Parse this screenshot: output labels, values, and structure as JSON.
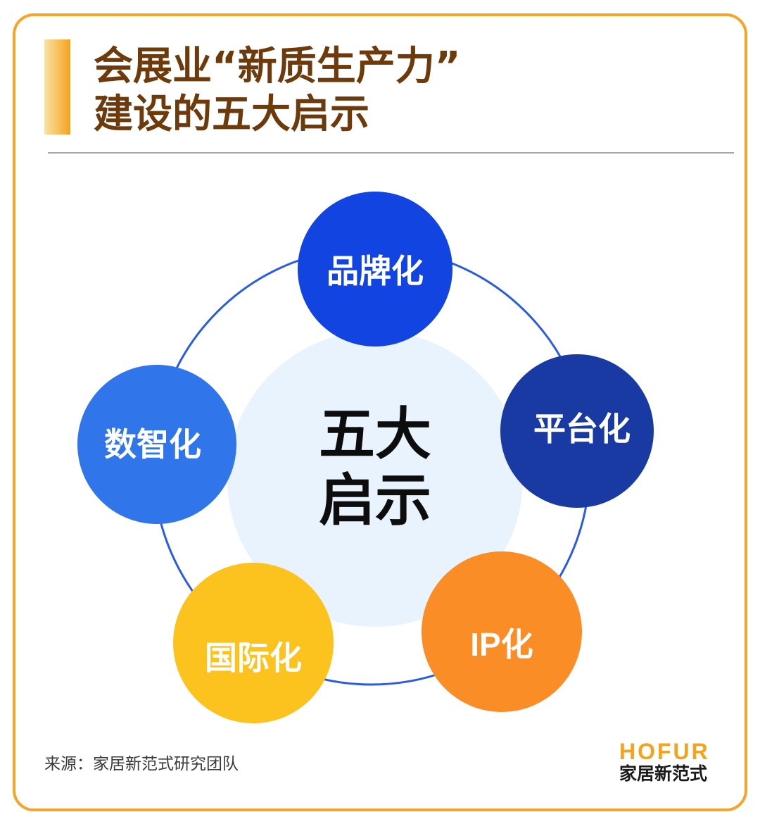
{
  "title": {
    "line1": "会展业“新质生产力”",
    "line2": "建设的五大启示"
  },
  "center": {
    "line1": "五大",
    "line2": "启示"
  },
  "nodes": [
    {
      "label": "品牌化",
      "color": "#1244E1"
    },
    {
      "label": "平台化",
      "color": "#1A3AA3"
    },
    {
      "label": "IP化",
      "color": "#FA8D25"
    },
    {
      "label": "国际化",
      "color": "#FCC31E"
    },
    {
      "label": "数智化",
      "color": "#3175EA"
    }
  ],
  "source": "来源：家居新范式研究团队",
  "logo": {
    "en": "HOFUR",
    "cn": "家居新范式"
  },
  "colors": {
    "frame": "#F4A52A",
    "title": "#6D3A0B",
    "ring": "#2B5BE3",
    "center_fill": "#E9F3FD",
    "logo_accent": "#F5A21E"
  }
}
